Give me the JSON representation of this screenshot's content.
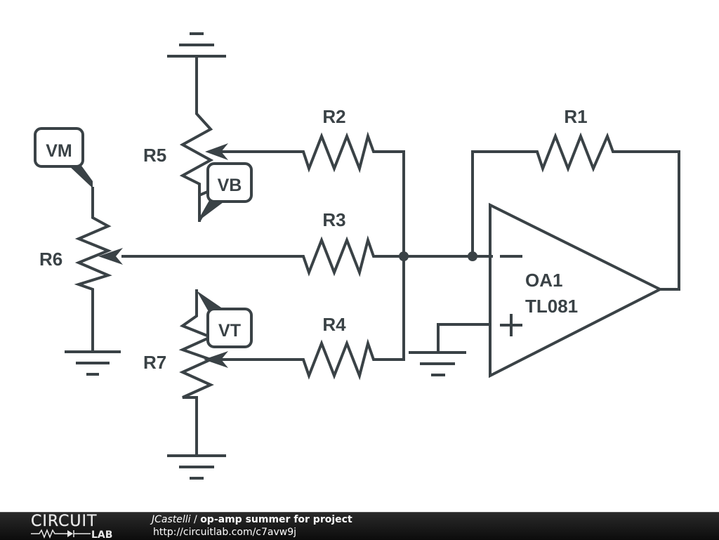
{
  "schematic": {
    "components": {
      "R1": {
        "label": "R1"
      },
      "R2": {
        "label": "R2"
      },
      "R3": {
        "label": "R3"
      },
      "R4": {
        "label": "R4"
      },
      "R5": {
        "label": "R5"
      },
      "R6": {
        "label": "R6"
      },
      "R7": {
        "label": "R7"
      },
      "OA1": {
        "label": "OA1",
        "part": "TL081",
        "minus": "−",
        "plus": "+"
      }
    },
    "probes": {
      "VM": "VM",
      "VB": "VB",
      "VT": "VT"
    },
    "colors": {
      "wire": "#3a4246",
      "background": "#ffffff"
    }
  },
  "footer": {
    "logo_top": "CIRCUIT",
    "logo_bottom": "LAB",
    "author": "JCastelli",
    "separator": " / ",
    "circuit_name": "op-amp summer for project",
    "url": "http://circuitlab.com/c7avw9j"
  }
}
